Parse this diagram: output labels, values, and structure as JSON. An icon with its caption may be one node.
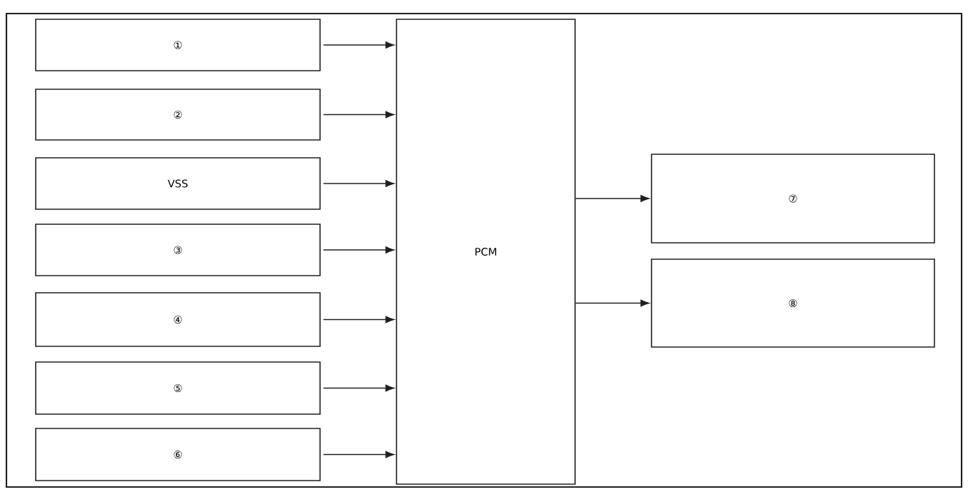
{
  "diagram": {
    "nodes": [
      {
        "text": [
          "①"
        ]
      },
      {
        "text": [
          "②"
        ]
      },
      {
        "text": [
          "VSS"
        ]
      },
      {
        "text": [
          "③"
        ]
      },
      {
        "text": [
          "④"
        ]
      },
      {
        "text": [
          "⑤"
        ]
      },
      {
        "text": [
          "⑥"
        ]
      },
      {
        "text": [
          "PCM"
        ]
      },
      {
        "text": [
          "⑦"
        ]
      },
      {
        "text": [
          "⑧"
        ]
      }
    ],
    "edges": [
      {
        "from": 0,
        "to": 7,
        "arrow": "to"
      },
      {
        "from": 1,
        "to": 7,
        "arrow": "to"
      },
      {
        "from": 2,
        "to": 7,
        "arrow": "to"
      },
      {
        "from": 3,
        "to": 7,
        "arrow": "to"
      },
      {
        "from": 4,
        "to": 7,
        "arrow": "to"
      },
      {
        "from": 5,
        "to": 7,
        "arrow": "to"
      },
      {
        "from": 6,
        "to": 7,
        "arrow": "to"
      },
      {
        "from": 7,
        "to": 8,
        "arrow": "to"
      },
      {
        "from": 7,
        "to": 9,
        "arrow": "to"
      }
    ]
  }
}
